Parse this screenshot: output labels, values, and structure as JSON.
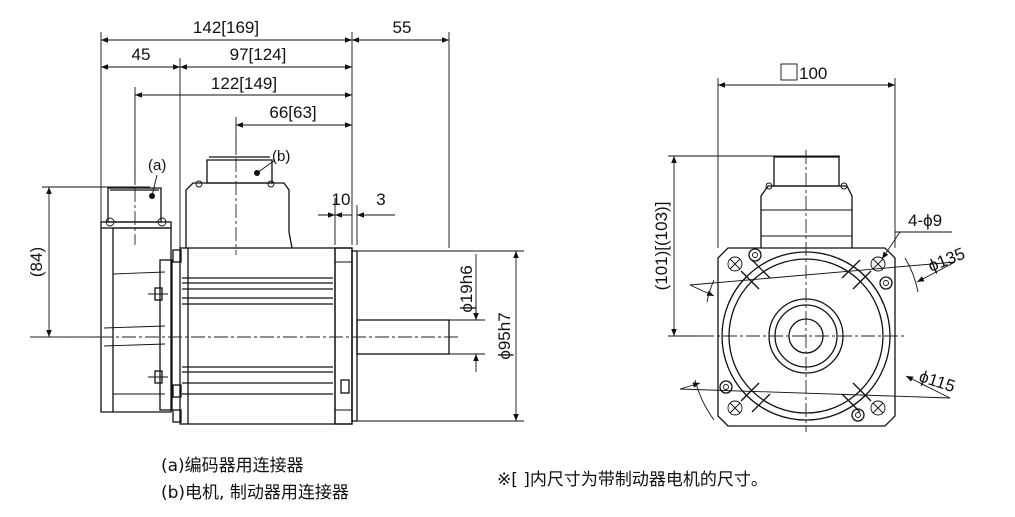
{
  "side_view": {
    "dimensions": {
      "overall_length": "142[169]",
      "shaft_length": "55",
      "encoder_offset": "45",
      "body_length": "97[124]",
      "encoder_connector_offset": "122[149]",
      "power_connector_offset": "66[63]",
      "flange_thickness": "10",
      "shaft_shoulder": "3",
      "encoder_height": "(84)",
      "shaft_diameter": "ϕ19h6",
      "spigot_diameter": "ϕ95h7"
    },
    "callouts": {
      "encoder_connector": "(a)",
      "power_connector": "(b)"
    }
  },
  "front_view": {
    "dimensions": {
      "flange_square": "100",
      "connector_height": "(101)[(103)]",
      "mounting_holes": "4-ϕ9",
      "pcd": "ϕ135",
      "spigot_circle": "ϕ115"
    }
  },
  "legend": {
    "a": "(a)编码器用连接器",
    "b": "(b)电机, 制动器用连接器"
  },
  "note": "※[ ]内尺寸为带制动器电机的尺寸。"
}
